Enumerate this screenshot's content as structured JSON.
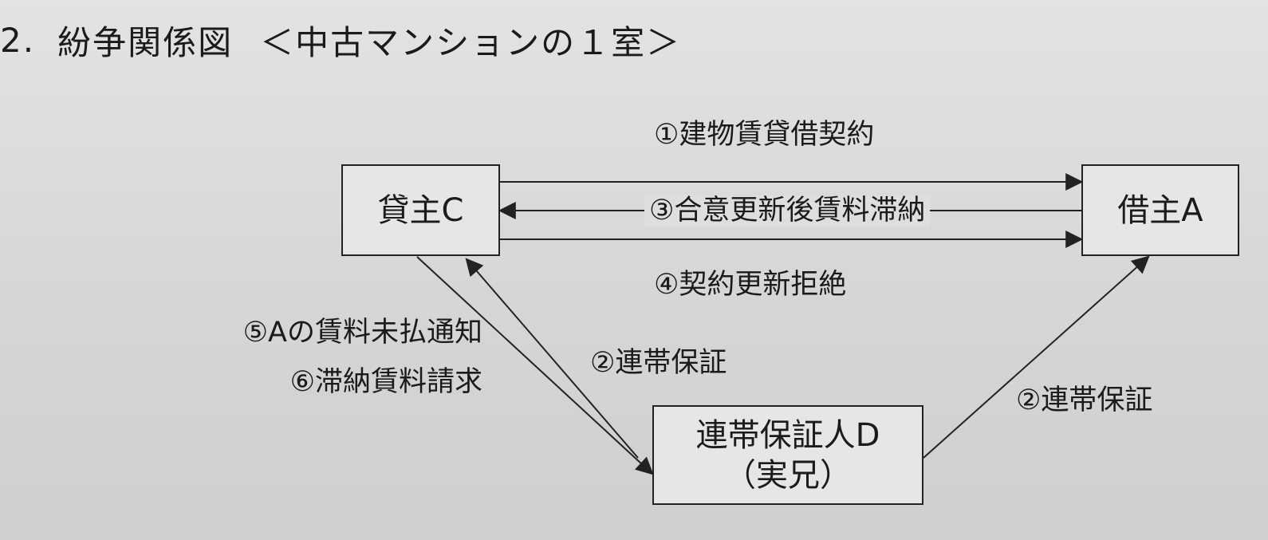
{
  "header": {
    "number": "2.",
    "title": "紛争関係図",
    "subtitle": "＜中古マンションの１室＞"
  },
  "parties": {
    "lender": "貸主C",
    "borrower": "借主A",
    "guarantor": "連帯保証人D",
    "guarantor_note": "（実兄）"
  },
  "relations": {
    "lease_contract": "①建物賃貸借契約",
    "guarantee_c_d": "②連帯保証",
    "guarantee_d_a": "②連帯保証",
    "rent_arrears": "③合意更新後賃料滞納",
    "renewal_refusal": "④契約更新拒絶",
    "unpaid_notice": "⑤Aの賃料未払通知",
    "arrears_claim": "⑥滞納賃料請求"
  },
  "colors": {
    "line": "#222222",
    "paper": "#d9d9d9"
  }
}
